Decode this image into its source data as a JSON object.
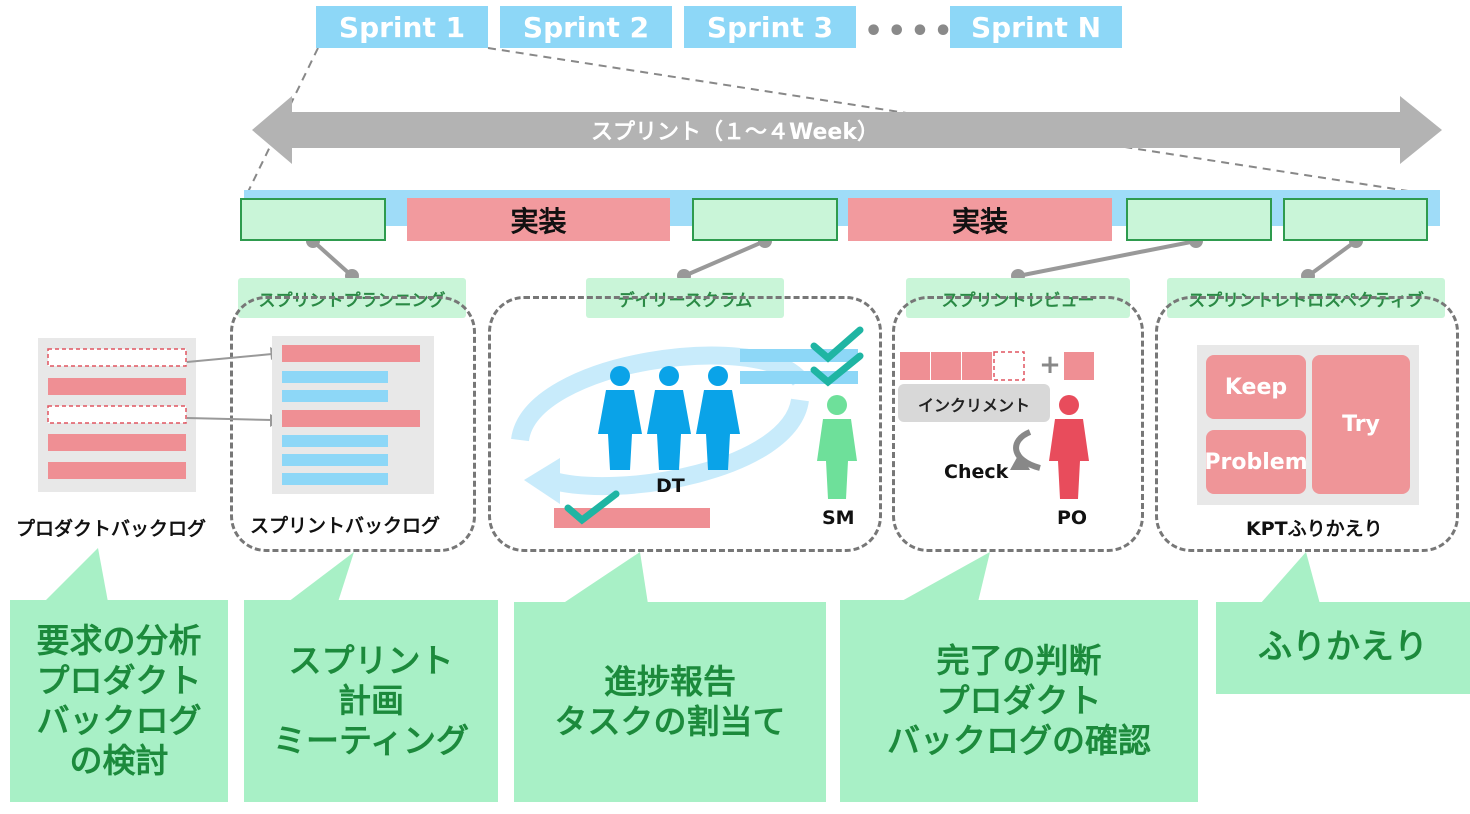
{
  "sprints": [
    "Sprint 1",
    "Sprint 2",
    "Sprint 3",
    "Sprint N"
  ],
  "sprint_dots": "••••",
  "sprint_arrow_label": "スプリント（１～４Week）",
  "implementation_label": "実装",
  "events": {
    "planning": "スプリントプランニング",
    "daily": "デイリースクラム",
    "review": "スプリントレビュー",
    "retro": "スプリントレトロスペクティブ"
  },
  "captions": {
    "product_backlog": "プロダクトバックログ",
    "sprint_backlog": "スプリントバックログ",
    "kpt": "KPTふりかえり"
  },
  "people": {
    "dt": "DT",
    "sm": "SM",
    "po": "PO"
  },
  "increment_label": "インクリメント",
  "check_label": "Check",
  "kpt_cards": {
    "keep": "Keep",
    "problem": "Problem",
    "try": "Try"
  },
  "bubbles": [
    "要求の分析\nプロダクト\nバックログ\nの検討",
    "スプリント\n計画\nミーティング",
    "進捗報告\nタスクの割当て",
    "完了の判断\nプロダクト\nバックログの確認",
    "ふりかえり"
  ],
  "colors": {
    "sprint_blue": "#8dd7f7",
    "green_light": "#c9f5d8",
    "green_bubble": "#a8f0c6",
    "green_text": "#1c8a3c",
    "pink": "#f29a9e",
    "people_blue": "#0aa3e8",
    "sm_green": "#6ee09a",
    "po_red": "#e84c5c",
    "check_teal": "#1fb5a3"
  }
}
